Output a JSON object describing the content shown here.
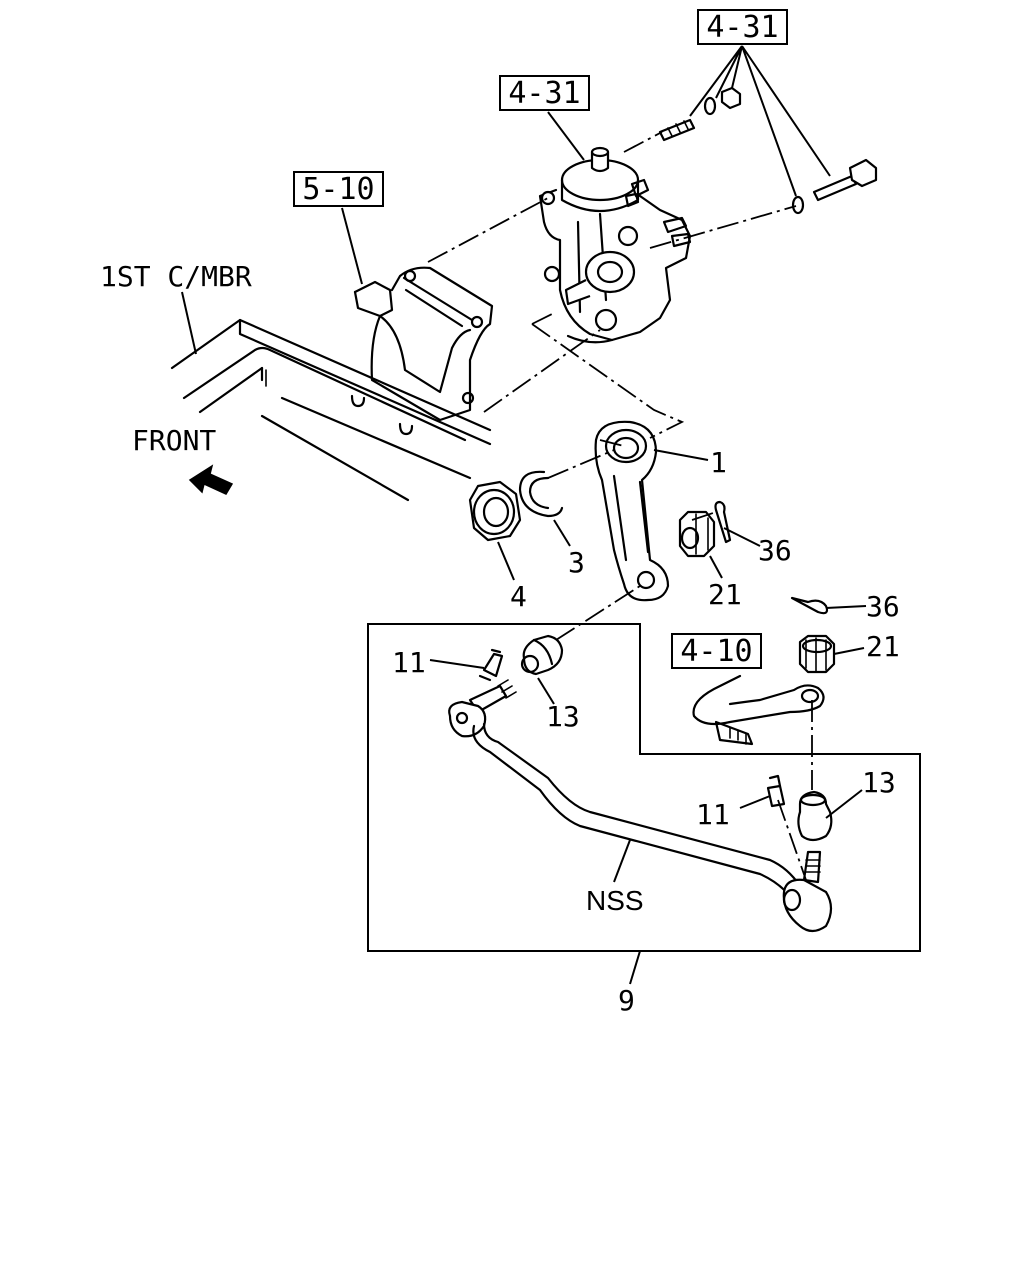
{
  "refs": {
    "ref_4_31_top": "4-31",
    "ref_4_31_pump": "4-31",
    "ref_5_10": "5-10",
    "ref_4_10": "4-10"
  },
  "labels": {
    "crossmember": "1ST C/MBR",
    "front": "FRONT",
    "part_1": "1",
    "part_3": "3",
    "part_4": "4",
    "part_9": "9",
    "part_11_left": "11",
    "part_11_right": "11",
    "part_13_left": "13",
    "part_13_right": "13",
    "part_21_upper": "21",
    "part_21_lower": "21",
    "part_36_upper": "36",
    "part_36_lower": "36",
    "nss": "NSS"
  }
}
